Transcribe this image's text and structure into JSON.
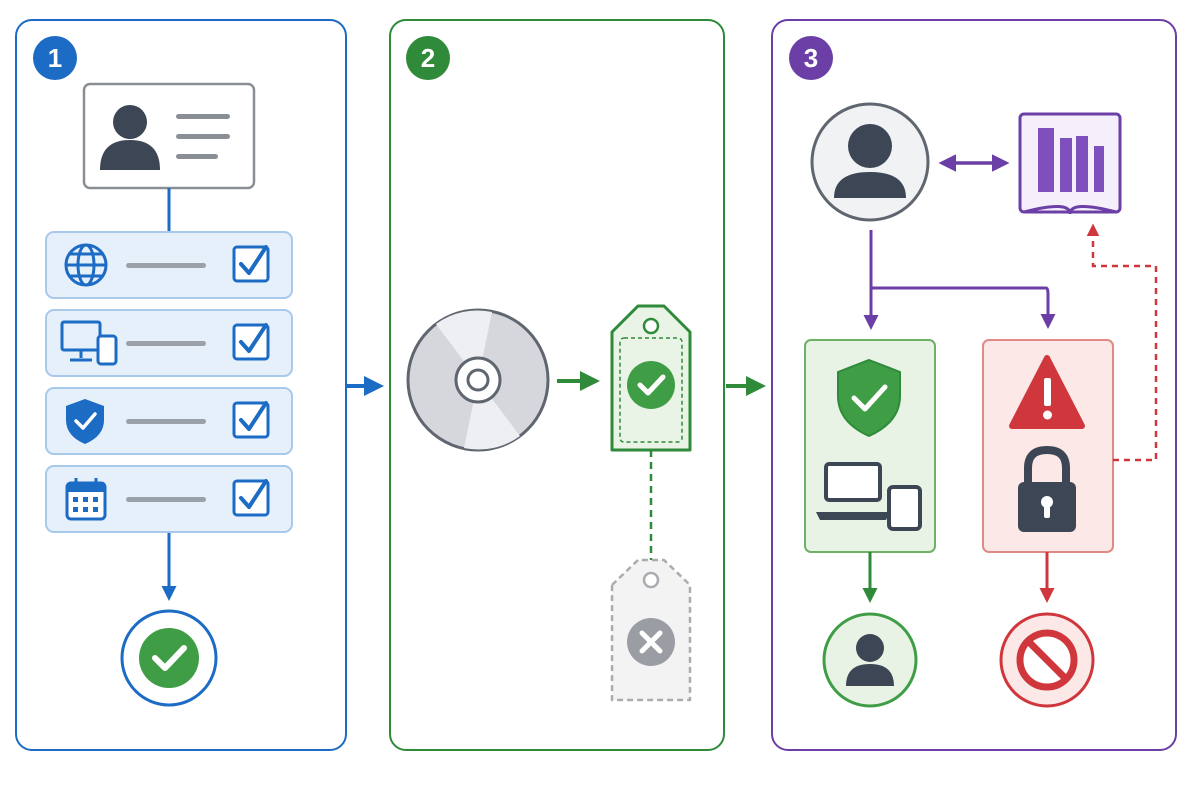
{
  "steps": [
    {
      "number": "1",
      "color": "#1c6bc4",
      "icons": [
        "id-card-icon",
        "globe-icon",
        "devices-icon",
        "shield-check-icon",
        "calendar-icon",
        "checkbox-checked-icon",
        "check-circle-icon"
      ]
    },
    {
      "number": "2",
      "color": "#2f8a3a",
      "icons": [
        "disc-icon",
        "license-tag-valid-icon",
        "license-tag-invalid-icon"
      ]
    },
    {
      "number": "3",
      "color": "#6b3fa6",
      "icons": [
        "user-avatar-icon",
        "library-icon",
        "shield-check-icon",
        "devices-icon",
        "warning-icon",
        "lock-icon",
        "user-granted-icon",
        "blocked-icon"
      ]
    }
  ],
  "colors": {
    "blue": "#1c6bc4",
    "green": "#2f8a3a",
    "purple": "#6b3fa6",
    "red": "#d0373d",
    "dark": "#3d4654",
    "gray": "#9a9ea4"
  }
}
